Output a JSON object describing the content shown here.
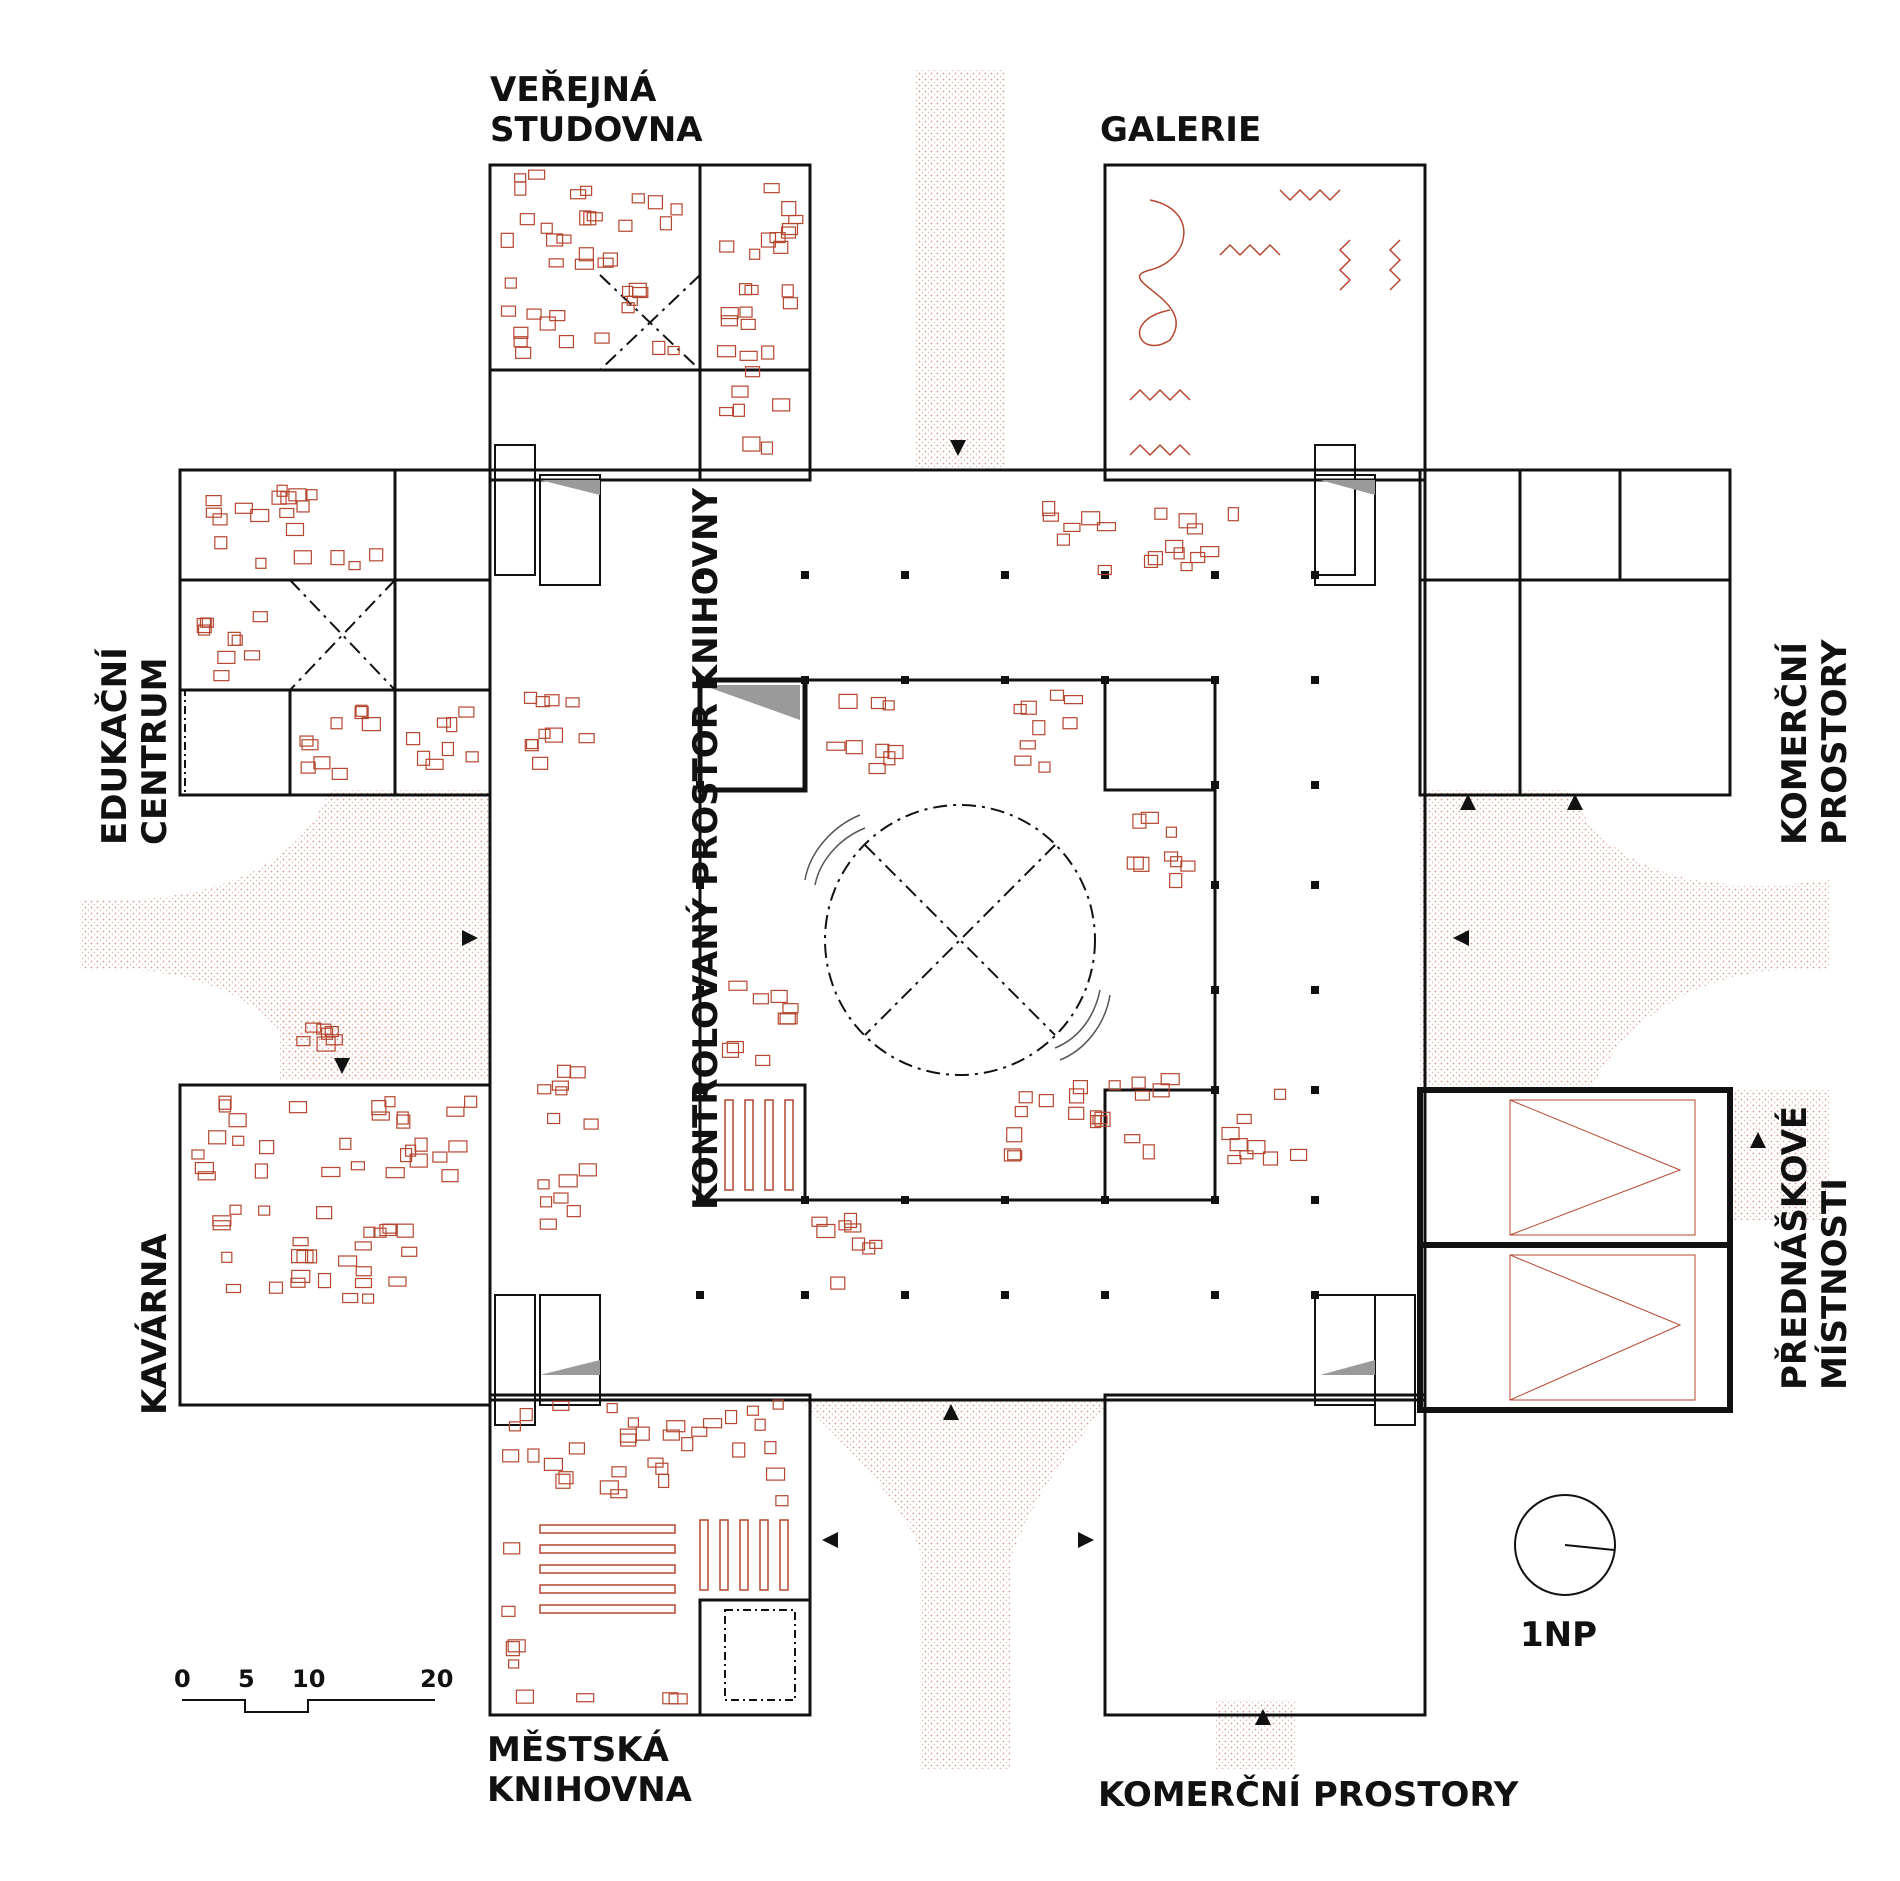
{
  "labels": {
    "verejna_studovna": [
      "VEŘEJNÁ",
      "STUDOVNA"
    ],
    "galerie": "GALERIE",
    "edukacni_centrum": [
      "EDUKAČNÍ",
      "CENTRUM"
    ],
    "komercni_prostory_east": [
      "KOMERČNÍ",
      "PROSTORY"
    ],
    "kontrolovany_prostor": "KONTROLOVANÝ PROSTOR KNIHOVNY",
    "kavarna": "KAVÁRNA",
    "prednaskove_mistnosti": [
      "PŘEDNÁŠKOVÉ",
      "MÍSTNOSTI"
    ],
    "mestska_knihovna": [
      "MĚSTSKÁ",
      "KNIHOVNA"
    ],
    "komercni_prostory_south": "KOMERČNÍ PROSTORY",
    "floor": "1NP"
  },
  "scale_bar": {
    "ticks": [
      "0",
      "5",
      "10",
      "20"
    ]
  },
  "colors": {
    "wall": "#111111",
    "furniture": "#b5462f",
    "hatch": "#d9a79c",
    "grey": "#8a8a8a"
  }
}
